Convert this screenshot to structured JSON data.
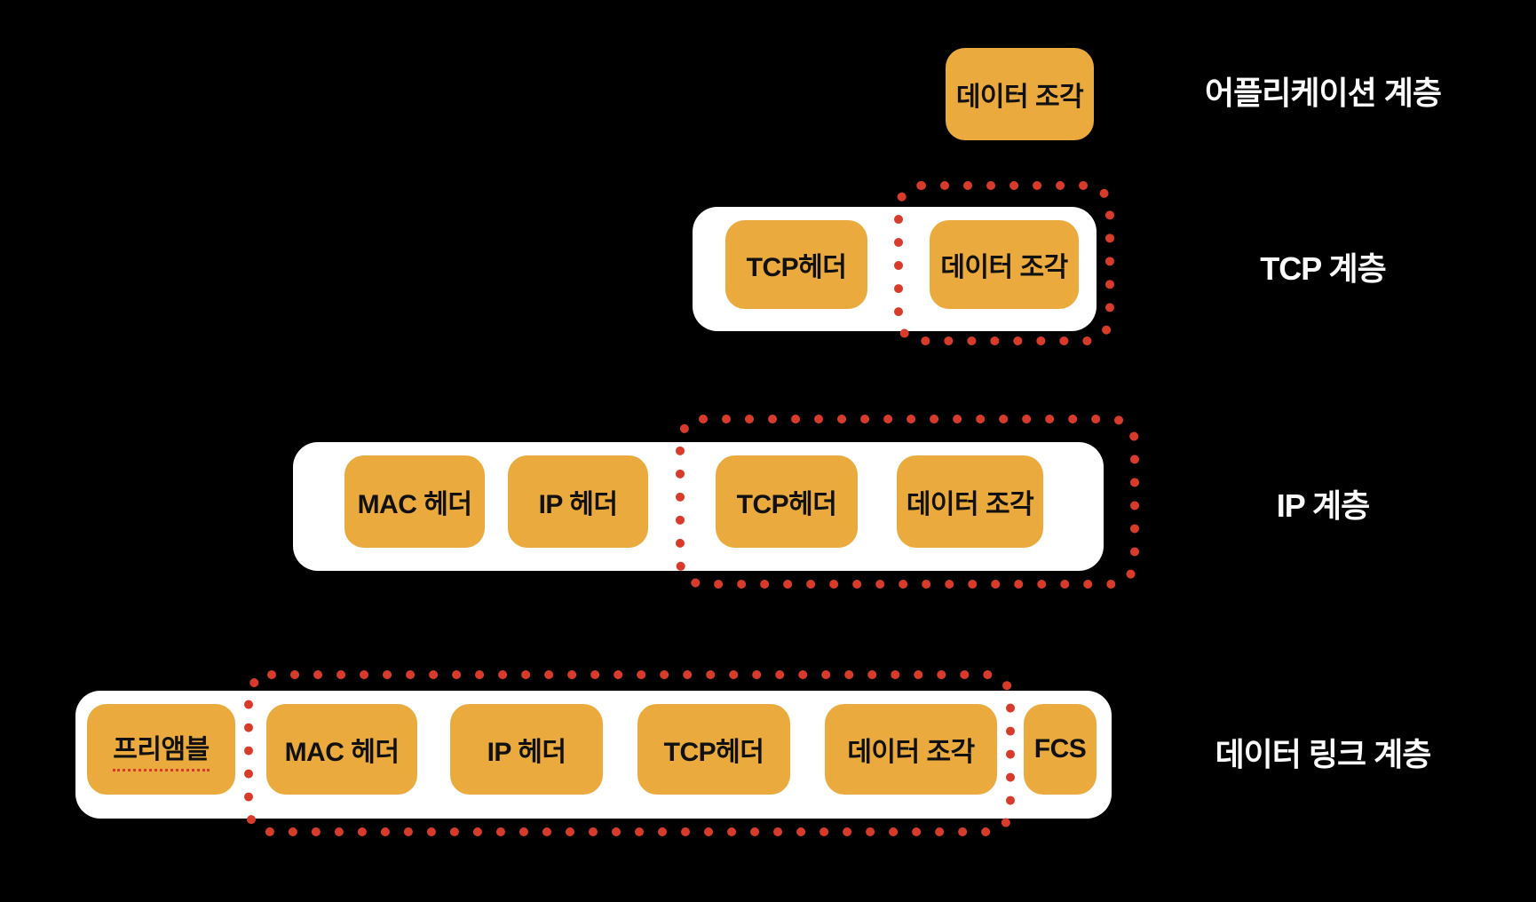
{
  "colors": {
    "background": "#000000",
    "container_fill": "#FFFFFF",
    "box_fill": "#EAAA3E",
    "box_text": "#111111",
    "label_text": "#FAFAFA",
    "dot_red": "#D93B2B"
  },
  "layers": {
    "application": {
      "name": "어플리케이션 계층",
      "data_fragment": "데이터 조각"
    },
    "tcp": {
      "name": "TCP 계층",
      "tcp_header": "TCP헤더",
      "data_fragment": "데이터 조각"
    },
    "ip": {
      "name": "IP 계층",
      "mac_header": "MAC 헤더",
      "ip_header": "IP 헤더",
      "tcp_header": "TCP헤더",
      "data_fragment": "데이터 조각"
    },
    "datalink": {
      "name": "데이터 링크 계층",
      "preamble": "프리앰블",
      "mac_header": "MAC 헤더",
      "ip_header": "IP 헤더",
      "tcp_header": "TCP헤더",
      "data_fragment": "데이터 조각",
      "fcs": "FCS"
    }
  }
}
